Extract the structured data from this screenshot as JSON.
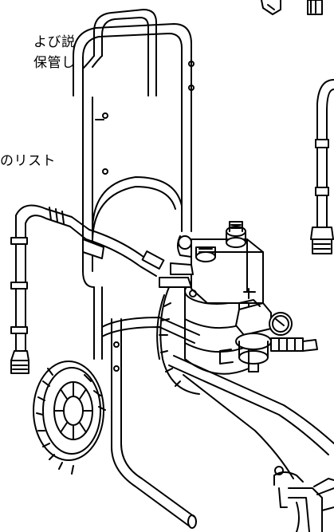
{
  "document": {
    "text_lines": [
      "よび説",
      "保管し",
      "のリスト"
    ]
  },
  "illustration": {
    "subject": "airless-paint-sprayer-on-cart",
    "line_color": "#000000",
    "background_color": "#ffffff"
  }
}
